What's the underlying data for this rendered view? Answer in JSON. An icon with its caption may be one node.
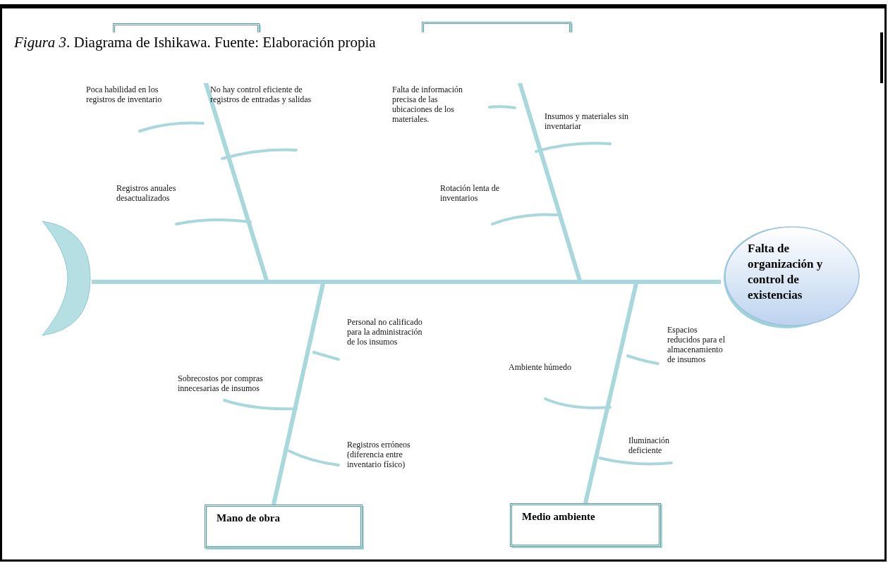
{
  "diagram": {
    "caption": "*Figura 3*. Diagrama de Ishikawa. Fuente: Elaboración propia",
    "nodes": [
      {
        "text": [
          "Falta de organización y control de existencias"
        ]
      },
      {
        "text": [],
        "shape": "box"
      },
      {
        "text": [],
        "shape": "box"
      },
      {
        "text": [
          "Mano de obra"
        ]
      },
      {
        "text": [
          "Medio ambiente"
        ]
      },
      {
        "text": [],
        "shape": "crescent"
      }
    ],
    "edges": [
      {
        "from": 5,
        "to": 0,
        "arrow": "none"
      },
      {
        "from": 1,
        "to": null,
        "arrow": "none"
      },
      {
        "from": 2,
        "to": null,
        "arrow": "none"
      },
      {
        "from": 3,
        "to": null,
        "arrow": "none"
      },
      {
        "from": 4,
        "to": null,
        "arrow": "none"
      }
    ],
    "labels": [
      "Poca habilidad en los registros de inventario",
      "No hay control eficiente de registros de entradas y salidas",
      "Falta de información precisa de las ubicaciones de los materiales.",
      "Insumos y materiales sin inventariar",
      "Registros anuales desactualizados",
      "Rotación lenta de inventarios",
      "Personal no calificado para la administración de los insumos",
      "Espacios reducidos para el almacenamiento de insumos",
      "Ambiente húmedo",
      "Sobrecostos por compras innecesarias de insumos",
      "Registros erróneos (diferencia entre inventario físico)",
      "Iluminación deficiente"
    ]
  }
}
